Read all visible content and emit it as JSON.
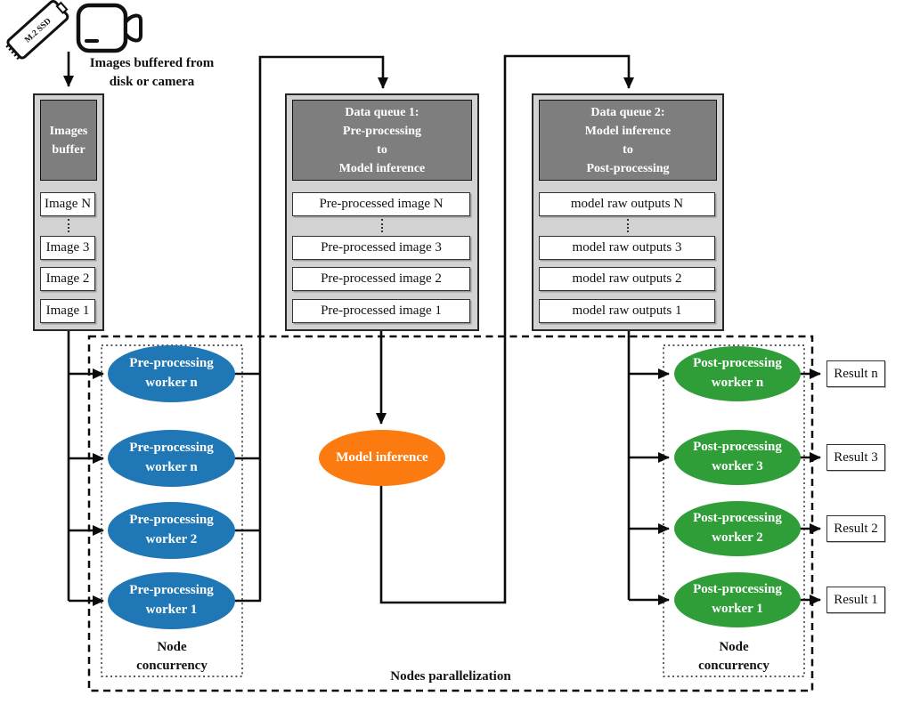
{
  "source_icons": {
    "ssd_label": "M.2 SSD",
    "ssd_icon_name": "m2-ssd-icon",
    "camera_icon_name": "video-camera-icon"
  },
  "caption": "Images buffered from\ndisk or camera",
  "images_buffer": {
    "title": "Images\nbuffer",
    "items": [
      "Image N",
      "Image 3",
      "Image 2",
      "Image 1"
    ]
  },
  "queue1": {
    "title": "Data queue 1:\nPre-processing\nto\nModel inference",
    "items": [
      "Pre-processed image N",
      "Pre-processed image 3",
      "Pre-processed image 2",
      "Pre-processed image 1"
    ]
  },
  "queue2": {
    "title": "Data queue 2:\nModel inference\nto\nPost-processing",
    "items": [
      "model raw outputs N",
      "model raw outputs 3",
      "model raw outputs 2",
      "model raw outputs 1"
    ]
  },
  "pre_workers": [
    "Pre-processing\nworker n",
    "Pre-processing\nworker n",
    "Pre-processing\nworker 2",
    "Pre-processing\nworker 1"
  ],
  "model_inference": "Model inference",
  "post_workers": [
    "Post-processing\nworker n",
    "Post-processing\nworker 3",
    "Post-processing\nworker 2",
    "Post-processing\nworker 1"
  ],
  "results": [
    "Result n",
    "Result 3",
    "Result 2",
    "Result 1"
  ],
  "labels": {
    "node_concurrency": "Node\nconcurrency",
    "nodes_parallelization": "Nodes parallelization"
  },
  "colors": {
    "pre_worker": "#1f78b5",
    "model_inference": "#fb7b10",
    "post_worker": "#2f9e38",
    "panel_bg": "#d2d2d2",
    "panel_header_bg": "#7e7e7e",
    "line": "#0b0b0b"
  }
}
